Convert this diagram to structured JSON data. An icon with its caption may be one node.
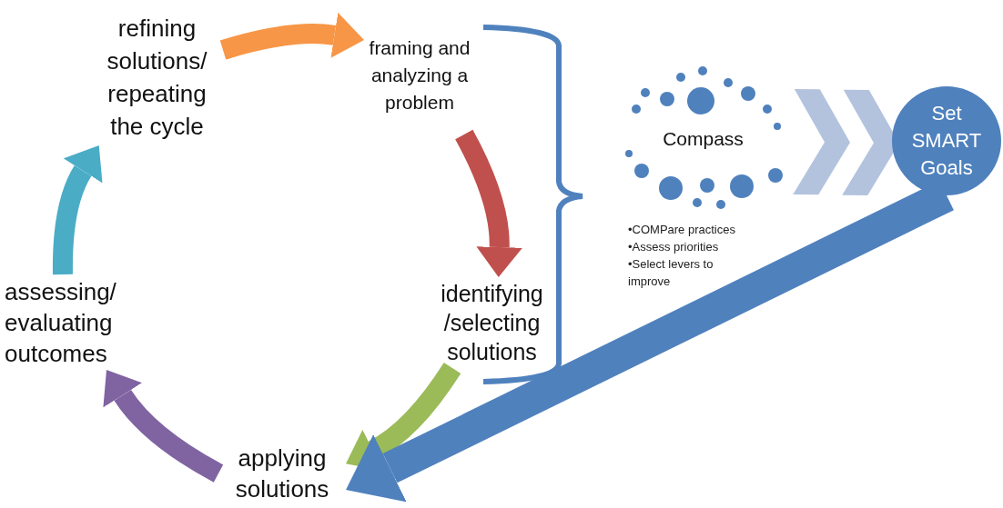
{
  "diagram": {
    "nodes": [
      {
        "text": [
          "framing and analyzing a problem"
        ]
      },
      {
        "text": [
          "identifying /selecting solutions"
        ]
      },
      {
        "text": [
          "applying solutions"
        ]
      },
      {
        "text": [
          "assessing/ evaluating outcomes"
        ]
      },
      {
        "text": [
          "refining solutions/ repeating the cycle"
        ]
      },
      {
        "text": [
          "Compass"
        ],
        "beside": [
          "•COMPare practices",
          "•Assess priorities",
          "•Select levers to improve"
        ]
      },
      {
        "text": [
          "Set SMART Goals"
        ]
      }
    ],
    "edges": [
      {
        "from": 4,
        "to": 0,
        "arrow": "to",
        "color": "#f79646"
      },
      {
        "from": 0,
        "to": 1,
        "arrow": "to",
        "color": "#c0504d"
      },
      {
        "from": 1,
        "to": 2,
        "arrow": "to",
        "color": "#9bbb59"
      },
      {
        "from": 2,
        "to": 3,
        "arrow": "to",
        "color": "#8064a2"
      },
      {
        "from": 3,
        "to": 4,
        "arrow": "to",
        "color": "#4bacc6"
      },
      {
        "from": 5,
        "to": 6,
        "arrow": "to",
        "color": "#b3c3de"
      },
      {
        "from": 6,
        "to": 2,
        "arrow": "to",
        "color": "#4f81bd"
      }
    ]
  }
}
